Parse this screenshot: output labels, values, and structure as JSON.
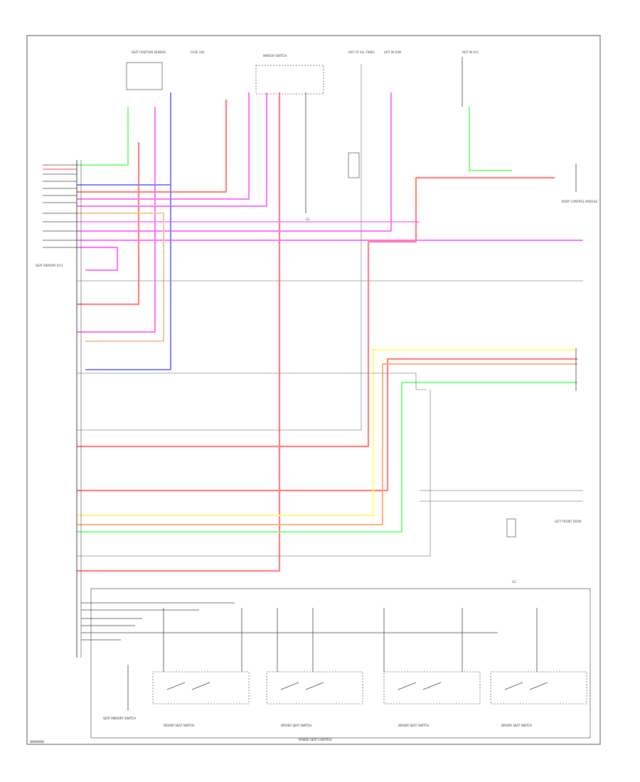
{
  "diagram": {
    "page_code": "WWWWW",
    "wire_colors": {
      "red": "#ff8080",
      "pink": "#ff70ff",
      "blue": "#7f7fff",
      "green": "#7fff7f",
      "yellow": "#ffff70",
      "orange": "#ffb080",
      "tan": "#f0c8a0",
      "gray": "#8c8c8c",
      "black": "#444444"
    },
    "top_components": [
      {
        "id": "occupant-sensor",
        "label": "SEAT POSITION SENSOR"
      },
      {
        "id": "fuse-block",
        "label": "FUSE 10A"
      },
      {
        "id": "mirror-switch",
        "label": "MIRROR SWITCH"
      },
      {
        "id": "hot-at-all-times-1",
        "label": "HOT AT ALL TIMES"
      },
      {
        "id": "hot-in-run",
        "label": "HOT IN RUN"
      },
      {
        "id": "hot-in-acc",
        "label": "HOT IN ACC"
      }
    ],
    "right_modules": [
      {
        "id": "body-control-module",
        "label": "BODY CONTROL MODULE"
      },
      {
        "id": "left-front-door",
        "label": "LEFT FRONT DOOR"
      }
    ],
    "ground_labels": [
      "G1",
      "G2"
    ],
    "bottom_switches": [
      {
        "id": "switch-1",
        "label": "DRIVER SEAT SWITCH"
      },
      {
        "id": "switch-2",
        "label": "DRIVER SEAT SWITCH"
      },
      {
        "id": "switch-3",
        "label": "DRIVER SEAT SWITCH"
      },
      {
        "id": "switch-4",
        "label": "DRIVER SEAT SWITCH"
      }
    ],
    "bottom_left_component": {
      "label": "SEAT MEMORY SWITCH"
    },
    "bottom_caption": "POWER SEAT CONTROL",
    "left_module": {
      "label": "SEAT MEMORY ECU"
    }
  }
}
